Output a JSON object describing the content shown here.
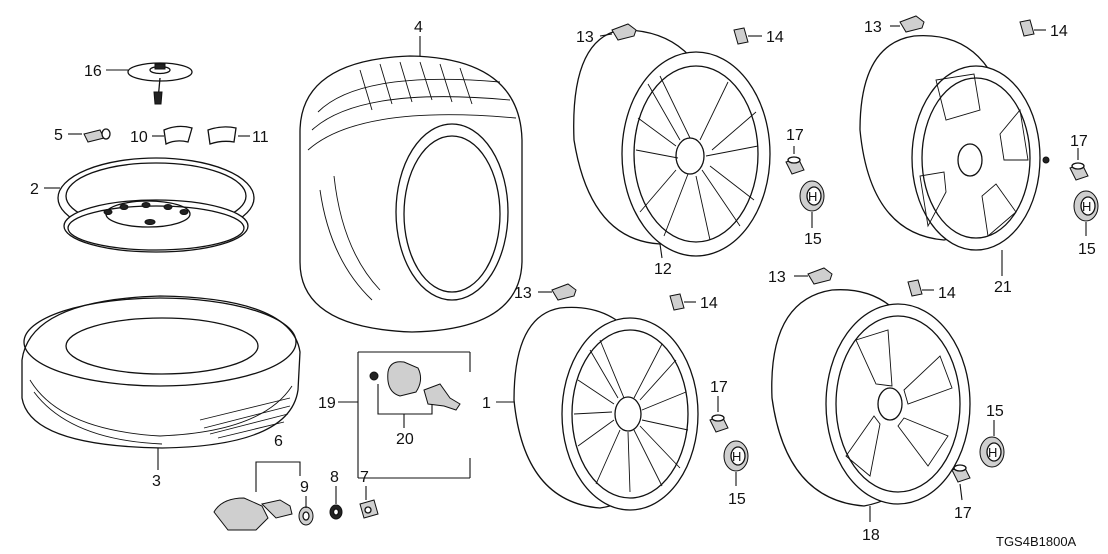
{
  "diagram_code": "TGS4B1800A",
  "callouts": {
    "c1": "1",
    "c2": "2",
    "c3": "3",
    "c4": "4",
    "c5": "5",
    "c6": "6",
    "c7": "7",
    "c8": "8",
    "c9": "9",
    "c10": "10",
    "c11": "11",
    "c12": "12",
    "c13": "13",
    "c14": "14",
    "c15": "15",
    "c16": "16",
    "c17": "17",
    "c18": "18",
    "c19": "19",
    "c20": "20",
    "c21": "21"
  }
}
